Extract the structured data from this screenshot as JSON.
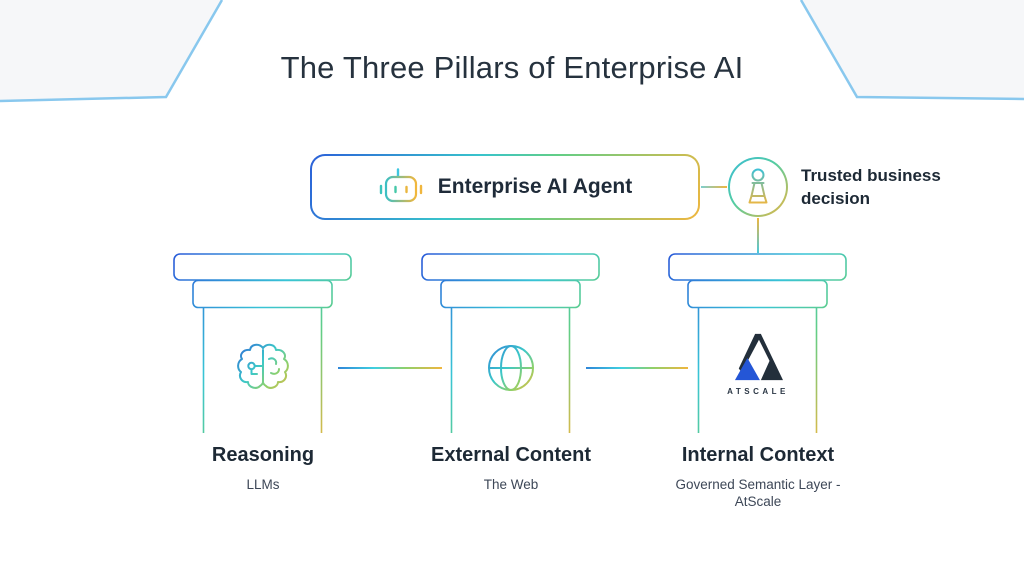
{
  "title": "The Three Pillars of Enterprise AI",
  "agent": {
    "label": "Enterprise AI Agent",
    "icon": "robot-icon"
  },
  "outcome": {
    "label": "Trusted business decision",
    "icon": "pawn-icon"
  },
  "pillars": [
    {
      "title": "Reasoning",
      "subtitle": "LLMs",
      "icon": "brain-icon"
    },
    {
      "title": "External Content",
      "subtitle": "The Web",
      "icon": "globe-icon"
    },
    {
      "title": "Internal Context",
      "subtitle": "Governed Semantic Layer - AtScale",
      "icon": "atscale-logo",
      "logo_text": "ATSCALE"
    }
  ],
  "colors": {
    "gradient_blue": "#2b5fd9",
    "gradient_teal": "#38c4cc",
    "gradient_green": "#62ce86",
    "gradient_yellow": "#f0b63e",
    "atscale_blue": "#2456d6",
    "atscale_dark": "#232f3b",
    "text_dark": "#222f3e",
    "corner_line_blue": "#89c8ee",
    "corner_fill": "#f6f7f9"
  }
}
